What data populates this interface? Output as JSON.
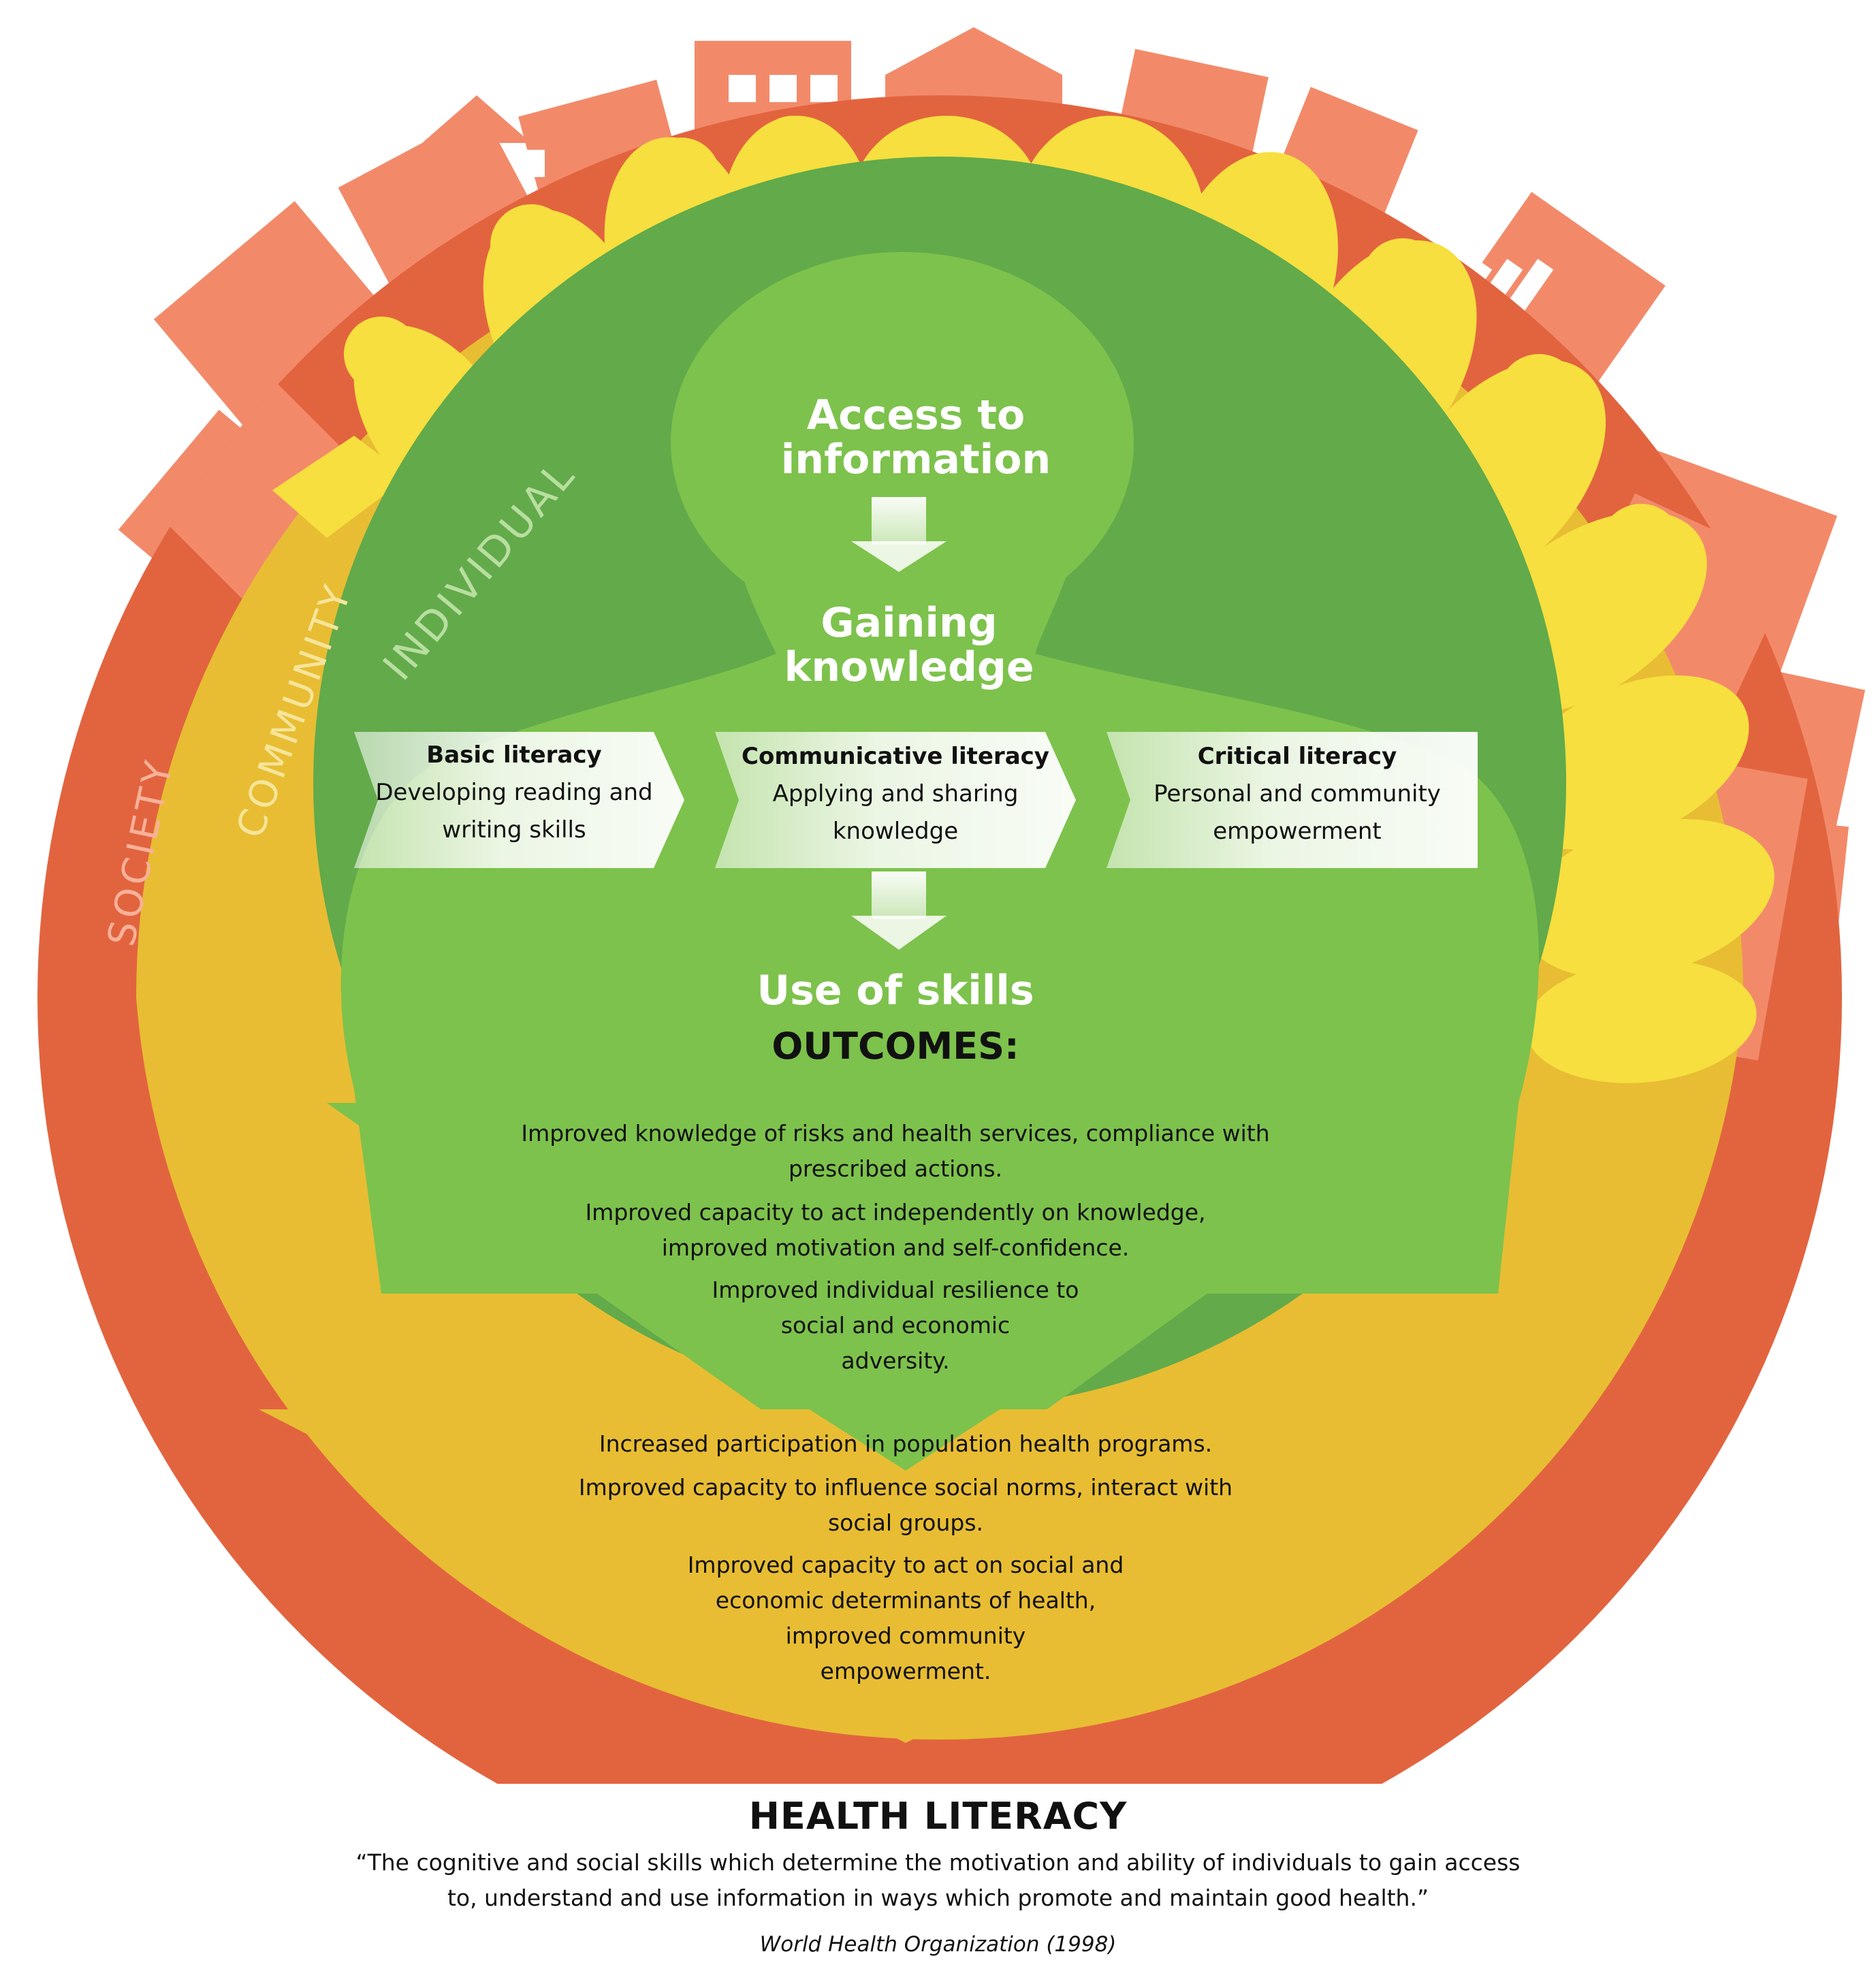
{
  "rings": {
    "society": "SOCIETY",
    "community": "COMMUNITY",
    "individual": "INDIVIDUAL"
  },
  "flow": {
    "access": [
      "Access to",
      "information"
    ],
    "gaining": [
      "Gaining",
      "knowledge"
    ],
    "use": "Use of skills",
    "outcomes": "OUTCOMES:"
  },
  "literacies": [
    {
      "title": "Basic literacy",
      "lines": [
        "Developing reading and",
        "writing skills"
      ]
    },
    {
      "title": "Communicative literacy",
      "lines": [
        "Applying and sharing",
        "knowledge"
      ]
    },
    {
      "title": "Critical literacy",
      "lines": [
        "Personal and community",
        "empowerment"
      ]
    }
  ],
  "individual_outcomes": [
    "Improved knowledge of risks and health services, compliance with",
    "prescribed actions.",
    "Improved capacity to act independently on knowledge,",
    "improved motivation and self-confidence.",
    "Improved individual resilience to",
    "social and economic",
    "adversity."
  ],
  "community_outcomes": [
    "Increased participation in population health programs.",
    "Improved capacity to influence social norms, interact with",
    "social groups.",
    "Improved capacity to act on social and",
    "economic determinants of health,",
    "improved community",
    "empowerment."
  ],
  "caption": {
    "title": "HEALTH LITERACY",
    "quote_line1": "“The cognitive and social skills which determine the motivation and ability of individuals to gain access",
    "quote_line2": "to, understand and use information in ways which promote and maintain good health.”",
    "source": "World Health Organization (1998)"
  },
  "colors": {
    "society": "#e2643f",
    "buildings": "#f28a6a",
    "community": "#e8bd33",
    "people": "#f6df3f",
    "individual_dark": "#62aa4a",
    "individual_light": "#7dc24c",
    "chevron": "#eef5e6",
    "arrow": "#e6f2d8"
  }
}
